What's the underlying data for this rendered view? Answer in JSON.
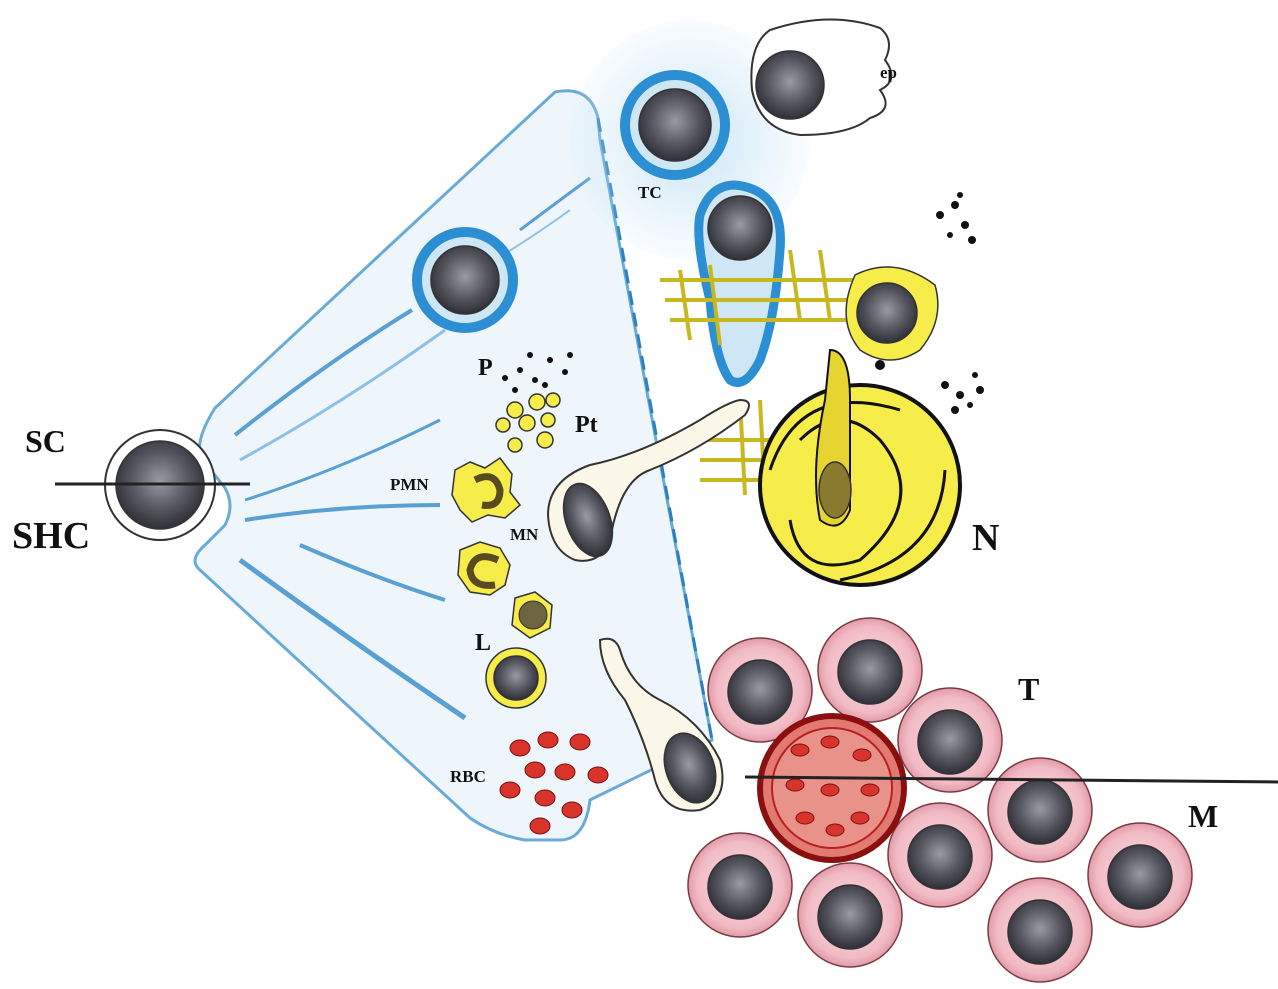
{
  "labels": {
    "sc": "SC",
    "shc": "SHC",
    "tc": "TC",
    "ep": "ep",
    "p": "P",
    "pt": "Pt",
    "pmn": "PMN",
    "mn": "MN",
    "l": "L",
    "rbc": "RBC",
    "n": "N",
    "t": "T",
    "m": "M"
  },
  "colors": {
    "blue_cell": "#2c8fd3",
    "compartment": "#eef6fc",
    "yellow_cell": "#f6ec4a",
    "red_blood_cell": "#d9342c",
    "pink_tumor_cell": "#f4c4cc",
    "nucleus": "#4a4a58"
  }
}
